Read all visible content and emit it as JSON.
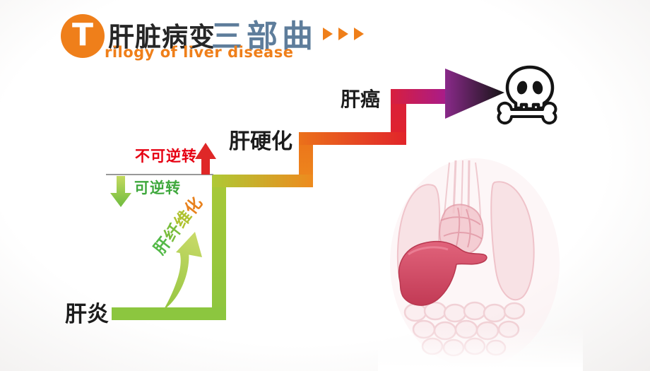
{
  "header": {
    "logo_letter": "T",
    "title_cn": "肝脏病变",
    "title_accent": "三部曲",
    "subtitle_en": "rilogy of liver disease",
    "arrows_icon": "triple-right-triangles"
  },
  "diagram": {
    "stage_hepatitis": "肝炎",
    "stage_cirrhosis": "肝硬化",
    "stage_cancer": "肝癌",
    "irreversible_label": "不可逆转",
    "reversible_label": "可逆转",
    "fibrosis_label": "肝纤维化",
    "fibrosis_chars": [
      {
        "ch": "肝",
        "color": "#54B948"
      },
      {
        "ch": "纤",
        "color": "#79BD3C"
      },
      {
        "ch": "维",
        "color": "#AFC22F"
      },
      {
        "ch": "化",
        "color": "#E8821E"
      }
    ],
    "icons": {
      "end_icon": "skull-and-crossbone",
      "up_arrow": "red-up-arrow",
      "down_arrow": "green-down-arrow",
      "fibrosis_arrow": "curved-swoosh-up-arrow",
      "organ_art": "anatomical-liver-illustration"
    }
  },
  "colors": {
    "accent_orange": "#EF7F1A",
    "title_dark": "#262626",
    "title_slate": "#5E7D9B",
    "stage_green": "#8CC63F",
    "yellow_green": "#AEC935",
    "stage_orange": "#EE8A1E",
    "stage_red": "#E1242A",
    "magenta": "#A81C8A",
    "purple": "#8C2A8C",
    "arrow_black": "#141414",
    "irreversible_red": "#E60012",
    "reversible_green": "#3FA83D",
    "line_gray": "#999999",
    "liver_pink": "#D9506A"
  }
}
